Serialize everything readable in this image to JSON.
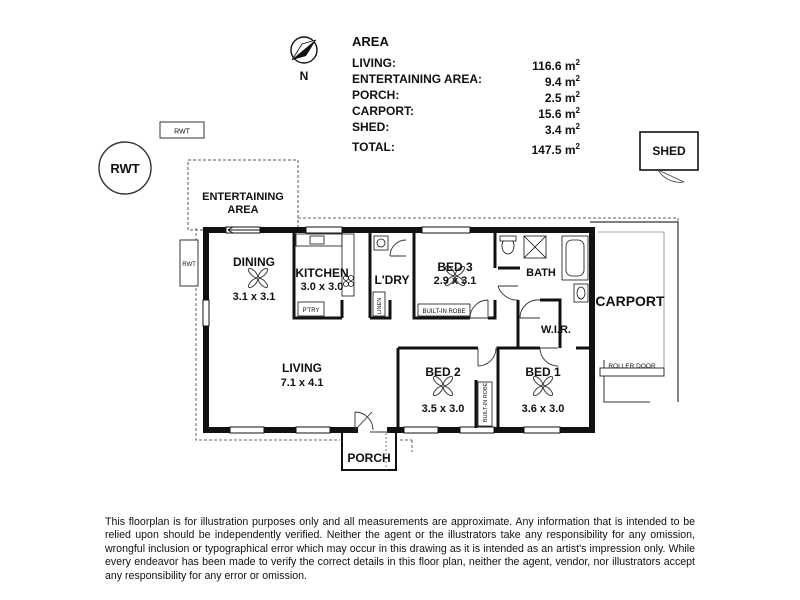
{
  "compass": {
    "label": "N"
  },
  "area_schedule": {
    "title": "AREA",
    "rows": [
      {
        "name": "LIVING:",
        "value": "116.6 m",
        "unit_sup": "2"
      },
      {
        "name": "ENTERTAINING AREA:",
        "value": "9.4 m",
        "unit_sup": "2"
      },
      {
        "name": "PORCH:",
        "value": "2.5 m",
        "unit_sup": "2"
      },
      {
        "name": "CARPORT:",
        "value": "15.6 m",
        "unit_sup": "2"
      },
      {
        "name": "SHED:",
        "value": "3.4 m",
        "unit_sup": "2"
      }
    ],
    "total": {
      "name": "TOTAL:",
      "value": "147.5 m",
      "unit_sup": "2"
    }
  },
  "labels": {
    "rwt_small_top": "RWT",
    "rwt_circle": "RWT",
    "rwt_side": "RWT",
    "shed": "SHED",
    "entertaining_line1": "ENTERTAINING",
    "entertaining_line2": "AREA",
    "dining_name": "DINING",
    "dining_size": "3.1 x 3.1",
    "kitchen_name": "KITCHEN",
    "kitchen_size": "3.0 x 3.0",
    "pantry": "P'TRY",
    "laundry": "L'DRY",
    "linen": "LINEN",
    "bed3_name": "BED 3",
    "bed3_size": "2.9 x 3.1",
    "bed3_robe": "BUILT-IN ROBE",
    "bath": "BATH",
    "wir": "W.I.R.",
    "carport": "CARPORT",
    "roller_door": "ROLLER DOOR",
    "living_name": "LIVING",
    "living_size": "7.1 x 4.1",
    "bed2_name": "BED 2",
    "bed2_size": "3.5 x 3.0",
    "bed2_robe": "BUILT-IN ROBE",
    "bed1_name": "BED 1",
    "bed1_size": "3.6 x 3.0",
    "porch": "PORCH"
  },
  "disclaimer": "This floorplan is for illustration purposes only and all measurements are approximate. Any information that is intended to be relied upon should be independently verified. Neither the agent or the illustrators take any responsibility for any omission, wrongful inclusion or typographical error which may occur in this drawing as it is intended as an artist's impression only. While every endeavor has been made to verify the correct details in this floor plan, neither the agent, vendor, nor illustrators accept any responsibility for any error or omission."
}
